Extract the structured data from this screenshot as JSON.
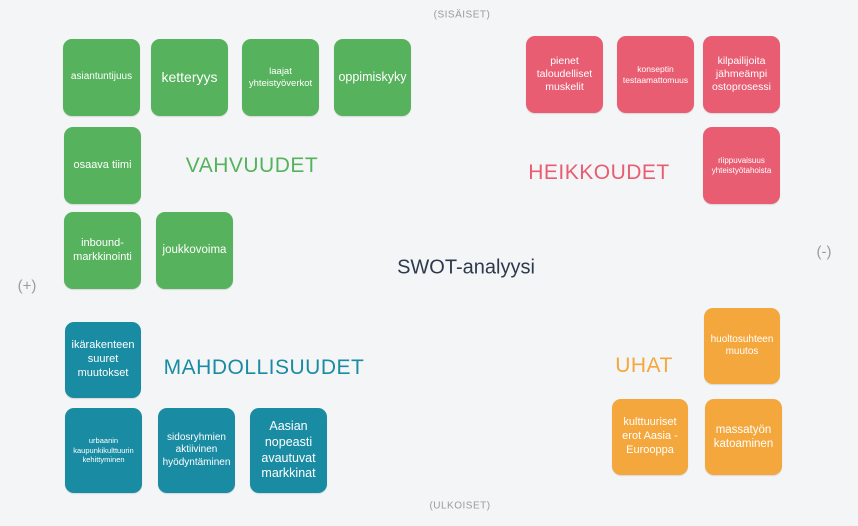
{
  "title": "SWOT-analyysi",
  "axis": {
    "top": "(SISÄISET)",
    "bottom": "(ULKOISET)",
    "left": "(+)",
    "right": "(-)"
  },
  "colors": {
    "background": "#f4f5f7",
    "strengths": "#56b25c",
    "weaknesses": "#e85d72",
    "opportunities": "#198ba2",
    "threats": "#f4a73c",
    "title_text": "#2c3a4b",
    "axis_text": "#9b9b9b",
    "card_text": "#ffffff"
  },
  "quadrants": {
    "strengths": {
      "label": "VAHVUUDET",
      "cards": [
        "asiantuntijuus",
        "ketteryys",
        "laajat yhteistyöverkot",
        "oppimiskyky",
        "osaava tiimi",
        "inbound-markkinointi",
        "joukkovoima"
      ]
    },
    "weaknesses": {
      "label": "HEIKKOUDET",
      "cards": [
        "pienet taloudelliset muskelit",
        "konseptin testaamattomuus",
        "kilpailijoita jähmeämpi ostoprosessi",
        "riippuvaisuus yhteistyötahoista"
      ]
    },
    "opportunities": {
      "label": "MAHDOLLISUUDET",
      "cards": [
        "ikärakenteen suuret muutokset",
        "urbaanin kaupunkikulttuurin kehittyminen",
        "sidosryhmien aktiivinen hyödyntäminen",
        "Aasian nopeasti avautuvat markkinat"
      ]
    },
    "threats": {
      "label": "UHAT",
      "cards": [
        "huoltosuhteen muutos",
        "kulttuuriset erot Aasia - Eurooppa",
        "massatyön katoaminen"
      ]
    }
  }
}
